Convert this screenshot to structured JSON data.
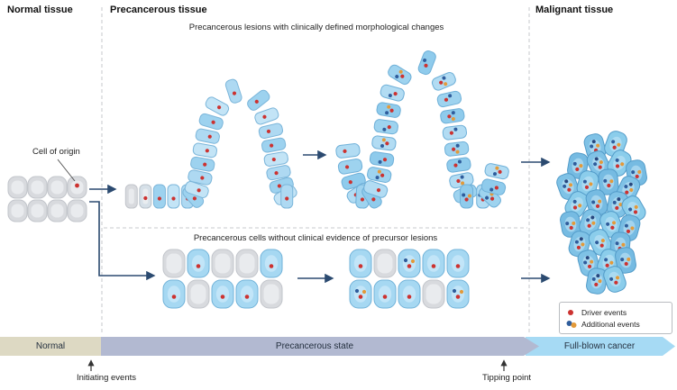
{
  "columns": {
    "normal": {
      "title": "Normal tissue"
    },
    "precancerous": {
      "title": "Precancerous tissue",
      "top_caption": "Precancerous lesions with clinically defined morphological changes",
      "bottom_caption": "Precancerous cells without clinical evidence of precursor lesions"
    },
    "malignant": {
      "title": "Malignant tissue"
    }
  },
  "annotations": {
    "cell_of_origin": "Cell of origin"
  },
  "legend": {
    "items": [
      {
        "label": "Driver events"
      },
      {
        "label": "Additional events"
      }
    ]
  },
  "timeline": {
    "segments": [
      {
        "label": "Normal"
      },
      {
        "label": "Precancerous state"
      },
      {
        "label": "Full-blown cancer"
      }
    ],
    "markers": [
      {
        "label": "Initiating events"
      },
      {
        "label": "Tipping point"
      }
    ]
  },
  "tissue_grids": {
    "stage1": [
      [
        0,
        1,
        0,
        0,
        1
      ],
      [
        1,
        0,
        1,
        1,
        0
      ]
    ],
    "stage2": [
      [
        1,
        0,
        2,
        1,
        1
      ],
      [
        2,
        1,
        1,
        0,
        2
      ]
    ]
  },
  "colors": {
    "driver_event": "#cc3230",
    "additional_event_blue": "#2f5d9c",
    "additional_event_orange": "#e39a3a",
    "additional_event_navy": "#27477e",
    "normal_cell": "#d8dade",
    "precancer_cell": "#a6d8f2",
    "malignant_cell": "#7fc2e6",
    "arrow": "#2b4a70",
    "timeline_normal": "#ddd9c3",
    "timeline_precancerous": "#b2b9d1",
    "timeline_cancer": "#a6daf4"
  }
}
